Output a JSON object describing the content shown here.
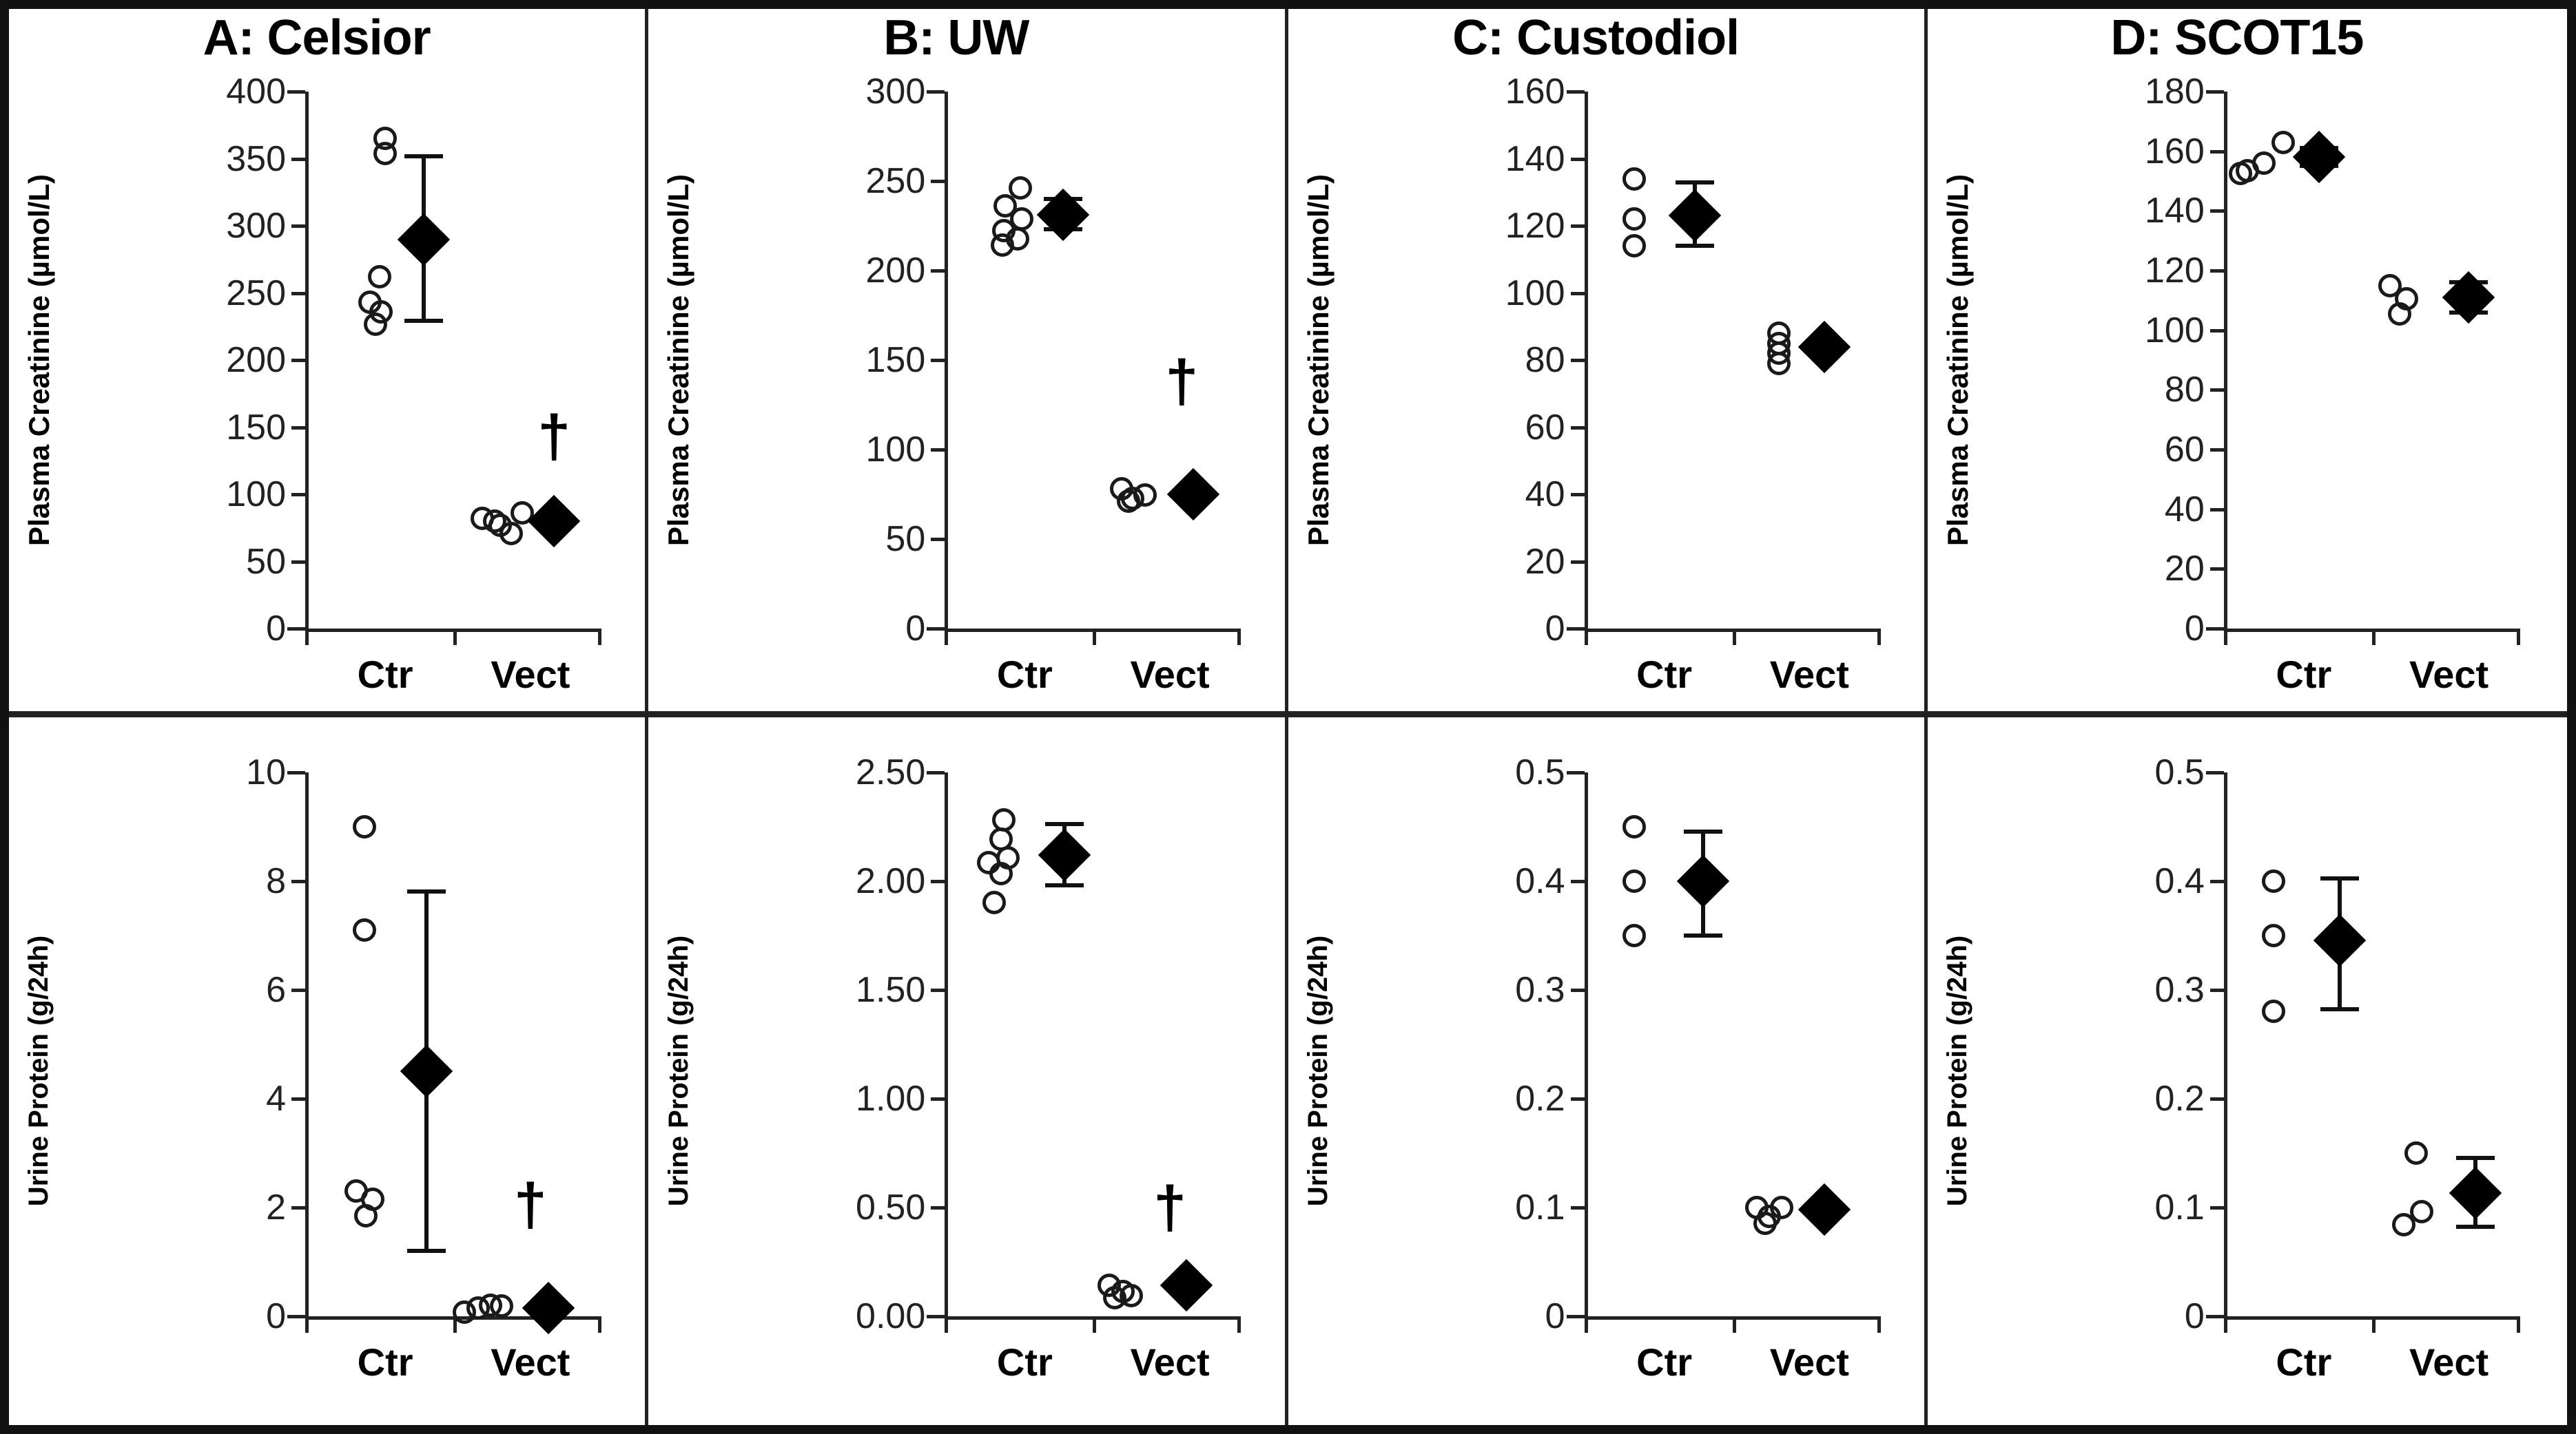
{
  "figure": {
    "panel_count": 8,
    "group_labels": [
      "Ctr",
      "Vect"
    ],
    "significance_symbol": "†"
  },
  "chart_data": [
    {
      "id": "A-creatinine",
      "type": "scatter",
      "title": "A: Celsior",
      "xlabel": "",
      "ylabel": "Plasma  Creatinine (µmol/L)",
      "ylim": [
        0,
        400
      ],
      "yticks": [
        0,
        50,
        100,
        150,
        200,
        250,
        300,
        350,
        400
      ],
      "ytick_labels": [
        "0",
        "50",
        "100",
        "150",
        "200",
        "250",
        "300",
        "350",
        "400"
      ],
      "categories": [
        "Ctr",
        "Vect"
      ],
      "grid": false,
      "legend": "none",
      "groups": [
        {
          "name": "Ctr",
          "points": [
            365,
            352,
            262,
            243,
            238,
            232
          ],
          "mean": 290,
          "err_low": 229,
          "err_high": 352,
          "annotation": ""
        },
        {
          "name": "Vect",
          "points": [
            82,
            80,
            78,
            74,
            86
          ],
          "mean": 80,
          "err_low": 80,
          "err_high": 80,
          "annotation": "†"
        }
      ]
    },
    {
      "id": "B-creatinine",
      "type": "scatter",
      "title": "B: UW",
      "xlabel": "",
      "ylabel": "Plasma  Creatinine (µmol/L)",
      "ylim": [
        0,
        300
      ],
      "yticks": [
        0,
        50,
        100,
        150,
        200,
        250,
        300
      ],
      "ytick_labels": [
        "0",
        "50",
        "100",
        "150",
        "200",
        "250",
        "300"
      ],
      "categories": [
        "Ctr",
        "Vect"
      ],
      "grid": false,
      "legend": "none",
      "groups": [
        {
          "name": "Ctr",
          "points": [
            246,
            236,
            229,
            224,
            220,
            215
          ],
          "mean": 231,
          "err_low": 223,
          "err_high": 240,
          "annotation": ""
        },
        {
          "name": "Vect",
          "points": [
            78,
            75,
            73,
            72
          ],
          "mean": 75,
          "err_low": 75,
          "err_high": 75,
          "annotation": "†"
        }
      ]
    },
    {
      "id": "C-creatinine",
      "type": "scatter",
      "title": "C: Custodiol",
      "xlabel": "",
      "ylabel": "Plasma  Creatinine (µmol/L)",
      "ylim": [
        0,
        160
      ],
      "yticks": [
        0,
        20,
        40,
        60,
        80,
        100,
        120,
        140,
        160
      ],
      "ytick_labels": [
        "0",
        "20",
        "40",
        "60",
        "80",
        "100",
        "120",
        "140",
        "160"
      ],
      "categories": [
        "Ctr",
        "Vect"
      ],
      "grid": false,
      "legend": "none",
      "groups": [
        {
          "name": "Ctr",
          "points": [
            134,
            122,
            114
          ],
          "mean": 123,
          "err_low": 114,
          "err_high": 133,
          "annotation": ""
        },
        {
          "name": "Vect",
          "points": [
            88,
            85,
            82,
            79
          ],
          "mean": 84,
          "err_low": 84,
          "err_high": 84,
          "annotation": ""
        }
      ]
    },
    {
      "id": "D-creatinine",
      "type": "scatter",
      "title": "D: SCOT15",
      "xlabel": "",
      "ylabel": "Plasma  Creatinine (µmol/L)",
      "ylim": [
        0,
        180
      ],
      "yticks": [
        0,
        20,
        40,
        60,
        80,
        100,
        120,
        140,
        160,
        180
      ],
      "ytick_labels": [
        "0",
        "20",
        "40",
        "60",
        "80",
        "100",
        "120",
        "140",
        "160",
        "180"
      ],
      "categories": [
        "Ctr",
        "Vect"
      ],
      "grid": false,
      "legend": "none",
      "groups": [
        {
          "name": "Ctr",
          "points": [
            163,
            156,
            154,
            153
          ],
          "mean": 158,
          "err_low": 155,
          "err_high": 161,
          "annotation": ""
        },
        {
          "name": "Vect",
          "points": [
            115,
            112,
            106
          ],
          "mean": 111,
          "err_low": 106,
          "err_high": 116,
          "annotation": ""
        }
      ]
    },
    {
      "id": "A-protein",
      "type": "scatter",
      "title": "",
      "xlabel": "",
      "ylabel": "Urine Protein (g/24h)",
      "ylim": [
        0,
        10
      ],
      "yticks": [
        0,
        2,
        4,
        6,
        8,
        10
      ],
      "ytick_labels": [
        "0",
        "2",
        "4",
        "6",
        "8",
        "10"
      ],
      "categories": [
        "Ctr",
        "Vect"
      ],
      "grid": false,
      "legend": "none",
      "groups": [
        {
          "name": "Ctr",
          "points": [
            9.0,
            7.1,
            2.3,
            2.2,
            2.0
          ],
          "mean": 4.5,
          "err_low": 1.2,
          "err_high": 7.8,
          "annotation": ""
        },
        {
          "name": "Vect",
          "points": [
            0.1,
            0.12,
            0.15,
            0.18
          ],
          "mean": 0.15,
          "err_low": 0.15,
          "err_high": 0.15,
          "annotation": "†"
        }
      ]
    },
    {
      "id": "B-protein",
      "type": "scatter",
      "title": "",
      "xlabel": "",
      "ylabel": "Urine Protein (g/24h)",
      "ylim": [
        0,
        2.5
      ],
      "yticks": [
        0,
        0.5,
        1.0,
        1.5,
        2.0,
        2.5
      ],
      "ytick_labels": [
        "0.00",
        "0.50",
        "1.00",
        "1.50",
        "2.00",
        "2.50"
      ],
      "categories": [
        "Ctr",
        "Vect"
      ],
      "grid": false,
      "legend": "none",
      "groups": [
        {
          "name": "Ctr",
          "points": [
            2.28,
            2.19,
            2.12,
            2.09,
            2.06,
            1.9
          ],
          "mean": 2.12,
          "err_low": 1.98,
          "err_high": 2.26,
          "annotation": ""
        },
        {
          "name": "Vect",
          "points": [
            0.14,
            0.13,
            0.11,
            0.1
          ],
          "mean": 0.14,
          "err_low": 0.14,
          "err_high": 0.14,
          "annotation": "†"
        }
      ]
    },
    {
      "id": "C-protein",
      "type": "scatter",
      "title": "",
      "xlabel": "",
      "ylabel": "Urine Protein (g/24h)",
      "ylim": [
        0,
        0.5
      ],
      "yticks": [
        0,
        0.1,
        0.2,
        0.3,
        0.4,
        0.5
      ],
      "ytick_labels": [
        "0",
        "0.1",
        "0.2",
        "0.3",
        "0.4",
        "0.5"
      ],
      "categories": [
        "Ctr",
        "Vect"
      ],
      "grid": false,
      "legend": "none",
      "groups": [
        {
          "name": "Ctr",
          "points": [
            0.45,
            0.4,
            0.35
          ],
          "mean": 0.4,
          "err_low": 0.35,
          "err_high": 0.445,
          "annotation": ""
        },
        {
          "name": "Vect",
          "points": [
            0.1,
            0.095,
            0.1,
            0.09
          ],
          "mean": 0.098,
          "err_low": 0.098,
          "err_high": 0.098,
          "annotation": ""
        }
      ]
    },
    {
      "id": "D-protein",
      "type": "scatter",
      "title": "",
      "xlabel": "",
      "ylabel": "Urine Protein (g/24h)",
      "ylim": [
        0,
        0.5
      ],
      "yticks": [
        0,
        0.1,
        0.2,
        0.3,
        0.4,
        0.5
      ],
      "ytick_labels": [
        "0",
        "0.1",
        "0.2",
        "0.3",
        "0.4",
        "0.5"
      ],
      "categories": [
        "Ctr",
        "Vect"
      ],
      "grid": false,
      "legend": "none",
      "groups": [
        {
          "name": "Ctr",
          "points": [
            0.4,
            0.35,
            0.28
          ],
          "mean": 0.345,
          "err_low": 0.282,
          "err_high": 0.402,
          "annotation": ""
        },
        {
          "name": "Vect",
          "points": [
            0.15,
            0.1,
            0.09
          ],
          "mean": 0.113,
          "err_low": 0.082,
          "err_high": 0.145,
          "annotation": ""
        }
      ]
    }
  ]
}
